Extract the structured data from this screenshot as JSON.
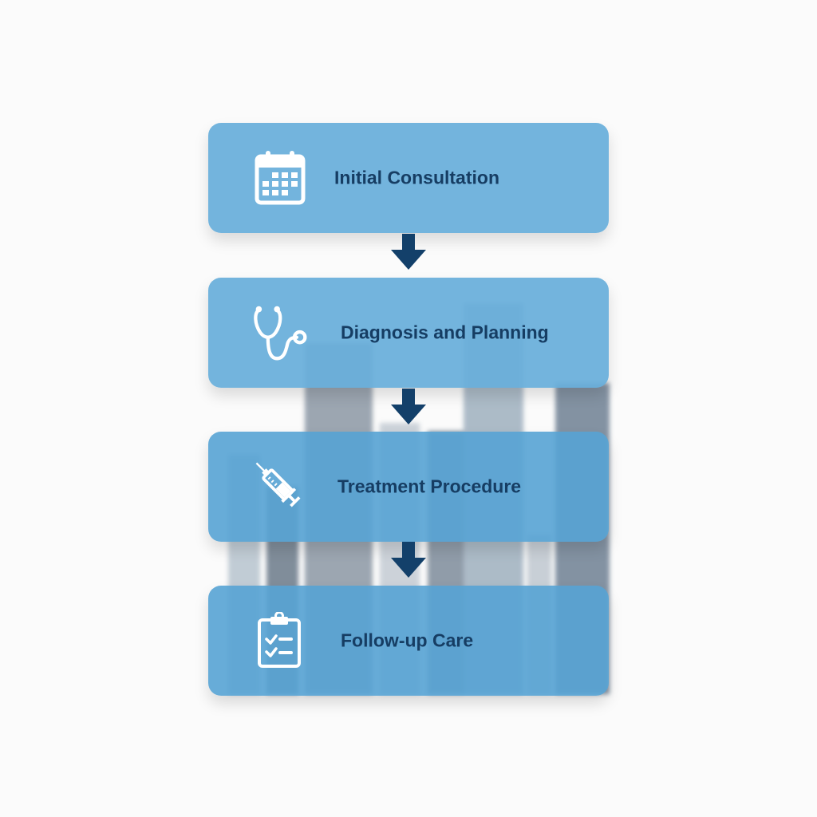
{
  "diagram": {
    "type": "vertical-flowchart",
    "colors": {
      "card": "#6aaed9",
      "text": "#163d63",
      "arrow": "#13406a",
      "icon": "#ffffff",
      "background": "#fbfbfb"
    },
    "steps": [
      {
        "label": "Initial Consultation",
        "icon": "calendar-icon"
      },
      {
        "label": "Diagnosis and Planning",
        "icon": "stethoscope-icon"
      },
      {
        "label": "Treatment Procedure",
        "icon": "syringe-icon"
      },
      {
        "label": "Follow-up Care",
        "icon": "clipboard-checklist-icon"
      }
    ],
    "connectors": [
      "down-arrow",
      "down-arrow",
      "down-arrow"
    ]
  }
}
